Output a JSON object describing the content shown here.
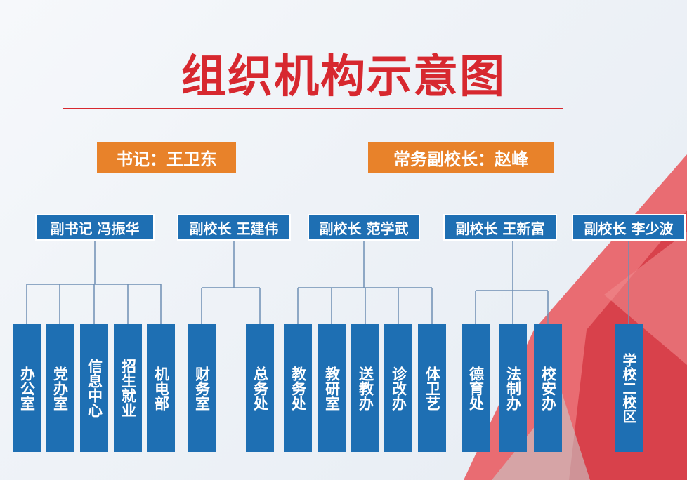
{
  "title": "组织机构示意图",
  "leaders": {
    "secretary": "书记：王卫东",
    "executive_vp": "常务副校长：赵峰"
  },
  "groups": [
    {
      "head": "副书记 冯振华",
      "depts": [
        "办公室",
        "党办室",
        "信息中心",
        "招生就业",
        "机电部"
      ]
    },
    {
      "head": "副校长 王建伟",
      "depts": [
        "财务室",
        "总务处"
      ]
    },
    {
      "head": "副校长 范学武",
      "depts": [
        "教务处",
        "教研室",
        "送教办",
        "诊改办",
        "体卫艺"
      ]
    },
    {
      "head": "副校长 王新富",
      "depts": [
        "德育处",
        "法制办",
        "校安办"
      ]
    },
    {
      "head": "副校长 李少波",
      "depts": [
        "学校二校区"
      ]
    }
  ],
  "colors": {
    "title": "#d7282f",
    "leader_box": "#e8822a",
    "box": "#1e6fb3",
    "connector": "#6f8fb4"
  }
}
